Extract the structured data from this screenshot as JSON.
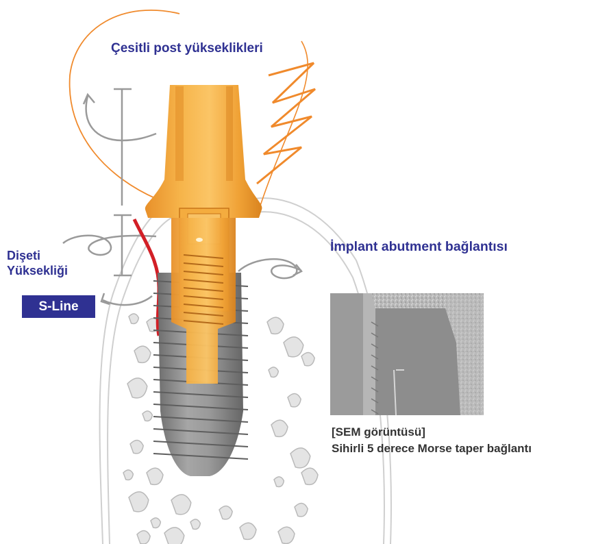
{
  "labels": {
    "post_heights": "Çesitli post yükseklikleri",
    "gum_line1": "Dişeti",
    "gum_line2": "Yüksekliği",
    "s_line": "S-Line",
    "connection": "İmplant abutment bağlantısı"
  },
  "sem": {
    "caption_line1": "[SEM görüntüsü]",
    "caption_line2": "Sihirli 5 derece Morse taper bağlantı"
  },
  "colors": {
    "label_navy": "#2f3192",
    "abutment_gold": "#f2a531",
    "implant_gray": "#8a8a8a",
    "gum_red": "#d21f26",
    "sketch_orange": "#f08a2c",
    "sketch_gray": "#9a9a9a"
  },
  "icons": [
    "curved-arrow-icon",
    "height-bar-icon"
  ]
}
